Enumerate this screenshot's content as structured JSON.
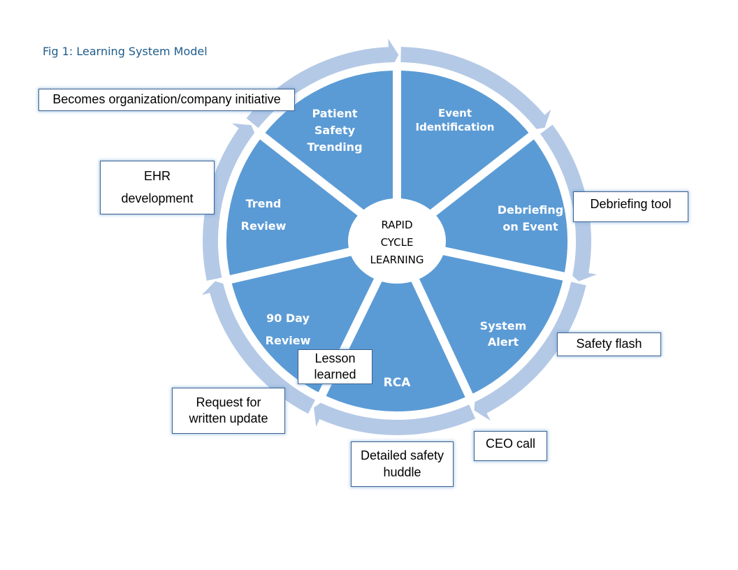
{
  "caption": "Fig 1: Learning System Model",
  "center": [
    "RAPID",
    "CYCLE",
    "LEARNING"
  ],
  "segments": [
    {
      "id": "event-identification",
      "lines": [
        "Event",
        "Identification"
      ]
    },
    {
      "id": "debriefing-on-event",
      "lines": [
        "Debriefing",
        "on Event"
      ]
    },
    {
      "id": "system-alert",
      "lines": [
        "System",
        "Alert"
      ]
    },
    {
      "id": "rca",
      "lines": [
        "RCA"
      ]
    },
    {
      "id": "90-day-review",
      "lines": [
        "90 Day",
        "Review"
      ]
    },
    {
      "id": "trend-review",
      "lines": [
        "Trend",
        "Review"
      ]
    },
    {
      "id": "patient-safety-trending",
      "lines": [
        "Patient",
        "Safety",
        "Trending"
      ]
    }
  ],
  "callouts": [
    {
      "id": "becomes-initiative",
      "lines": [
        "Becomes organization/company initiative"
      ]
    },
    {
      "id": "ehr-development",
      "lines": [
        "EHR",
        "development"
      ]
    },
    {
      "id": "debriefing-tool",
      "lines": [
        "Debriefing tool"
      ]
    },
    {
      "id": "safety-flash",
      "lines": [
        "Safety flash"
      ]
    },
    {
      "id": "ceo-call",
      "lines": [
        "CEO call"
      ]
    },
    {
      "id": "detailed-safety-huddle",
      "lines": [
        "Detailed safety",
        "huddle"
      ]
    },
    {
      "id": "lesson-learned",
      "lines": [
        "Lesson",
        "learned"
      ]
    },
    {
      "id": "request-written-update",
      "lines": [
        "Request for",
        "written update"
      ]
    }
  ],
  "colors": {
    "segment_fill": "#5b9bd5",
    "arrow_fill": "#b4c9e6",
    "caption": "#1f5c8b",
    "callout_border": "#3d5f8c"
  }
}
